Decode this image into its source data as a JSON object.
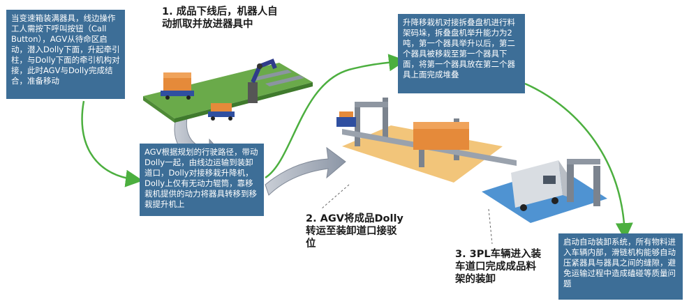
{
  "steps": [
    {
      "label": "1. 成品下线后，机器人自动抓取并放进器具中"
    },
    {
      "label": "2. AGV将成品Dolly转运至装卸道口接驳位"
    },
    {
      "label": "3. 3PL车辆进入装车道口完成成品料架的装卸"
    }
  ],
  "notes": [
    {
      "text": "当变速箱装满器具，线边操作工人需按下呼叫按钮（Call Button），AGV从待命区启动，潜入Dolly下面，升起牵引柱，与Dolly下面的牵引机构对接，此时AGV与Dolly完成结合，准备移动"
    },
    {
      "text": "AGV根据规划的行驶路径，带动Dolly一起，由线边运输到装卸道口，Dolly对接移栽升降机，Dolly上仅有无动力辊筒，靠移栽机提供的动力将器具转移到移栽提升机上"
    },
    {
      "text": "升降移栽机对接拆叠盘机进行料架码垛，拆叠盘机举升能力为2吨，第一个器具举升以后，第二个器具被移栽至第一个器具下面，将第一个器具放在第二个器具上面完成堆叠"
    },
    {
      "text": "启动自动装卸系统，所有物料进入车辆内部，滑链机构能够自动压紧器具与器具之间的缝隙，避免运输过程中造成磕碰等质量问题"
    }
  ],
  "colors": {
    "note_bg": "#3d6e97",
    "flow_arrow": "#4caf3f",
    "platform_green": "#6aaa4a",
    "floor_yellow": "#f2c57a",
    "floor_blue": "#4f93d2"
  }
}
